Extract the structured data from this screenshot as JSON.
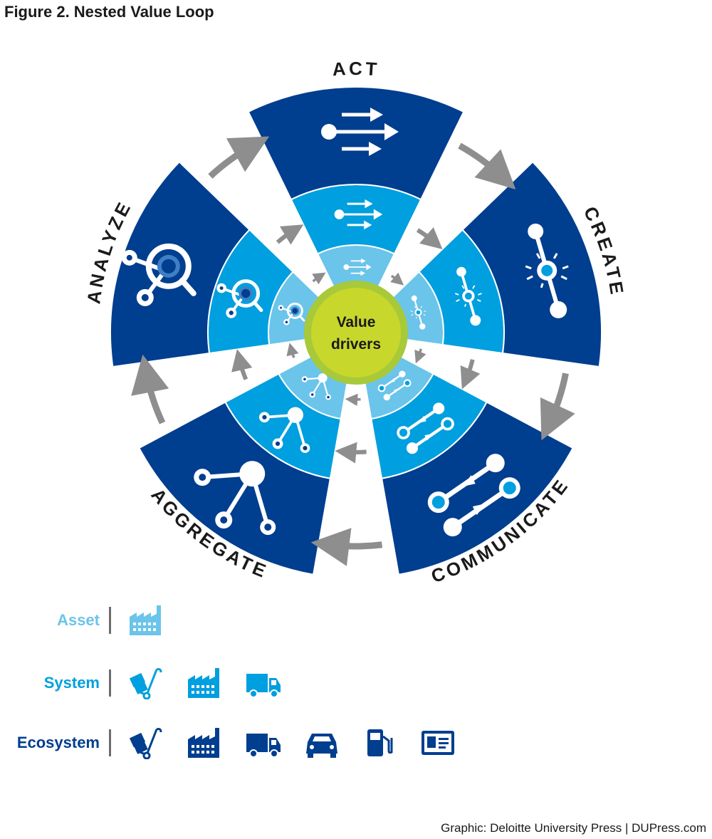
{
  "figure": {
    "title": "Figure 2. Nested Value Loop"
  },
  "diagram": {
    "center_label_line1": "Value",
    "center_label_line2": "drivers",
    "stages": [
      "ACT",
      "CREATE",
      "COMMUNICATE",
      "AGGREGATE",
      "ANALYZE"
    ],
    "colors": {
      "outer_ring": "#003e8f",
      "middle_ring": "#009fdf",
      "inner_ring": "#6bc4ea",
      "center": "#c8d72b",
      "center_halo": "#a7c93a",
      "arrows": "#8e8e8e"
    }
  },
  "legend": [
    {
      "label": "Asset",
      "color": "#6bc4ea",
      "icons": [
        "factory-icon"
      ]
    },
    {
      "label": "System",
      "color": "#009fdf",
      "icons": [
        "hand-truck-icon",
        "factory-icon",
        "truck-icon"
      ]
    },
    {
      "label": "Ecosystem",
      "color": "#003e8f",
      "icons": [
        "hand-truck-icon",
        "factory-icon",
        "truck-icon",
        "car-icon",
        "fuel-pump-icon",
        "id-card-icon"
      ]
    }
  ],
  "credit": "Graphic: Deloitte University Press  |  DUPress.com"
}
